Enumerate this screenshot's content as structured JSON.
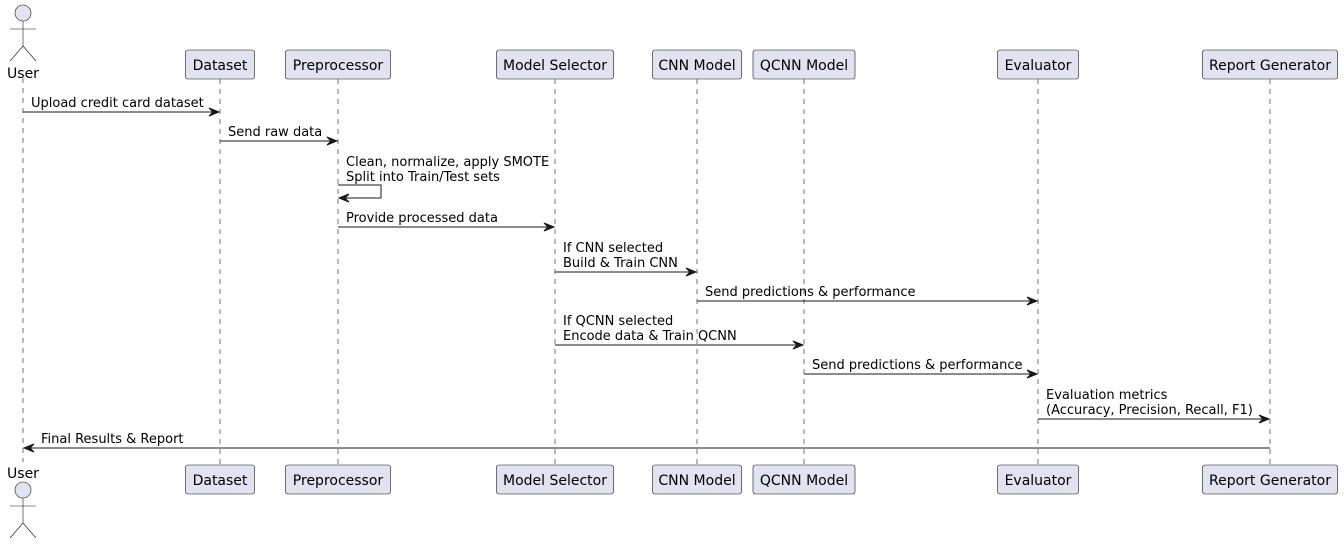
{
  "actor": {
    "name": "User"
  },
  "participants": [
    {
      "id": "dataset",
      "label": "Dataset"
    },
    {
      "id": "preprocessor",
      "label": "Preprocessor"
    },
    {
      "id": "model-selector",
      "label": "Model Selector"
    },
    {
      "id": "cnn-model",
      "label": "CNN Model"
    },
    {
      "id": "qcnn-model",
      "label": "QCNN Model"
    },
    {
      "id": "evaluator",
      "label": "Evaluator"
    },
    {
      "id": "report-generator",
      "label": "Report Generator"
    }
  ],
  "messages": [
    {
      "from": "user",
      "to": "dataset",
      "lines": [
        "Upload credit card dataset"
      ]
    },
    {
      "from": "dataset",
      "to": "preprocessor",
      "lines": [
        "Send raw data"
      ]
    },
    {
      "from": "preprocessor",
      "to": "preprocessor",
      "lines": [
        "Clean, normalize, apply SMOTE",
        "Split into Train/Test sets"
      ]
    },
    {
      "from": "preprocessor",
      "to": "model-selector",
      "lines": [
        "Provide processed data"
      ]
    },
    {
      "from": "model-selector",
      "to": "cnn-model",
      "lines": [
        "If CNN selected",
        "Build & Train CNN"
      ]
    },
    {
      "from": "cnn-model",
      "to": "evaluator",
      "lines": [
        "Send predictions & performance"
      ]
    },
    {
      "from": "model-selector",
      "to": "qcnn-model",
      "lines": [
        "If QCNN selected",
        "Encode data & Train QCNN"
      ]
    },
    {
      "from": "qcnn-model",
      "to": "evaluator",
      "lines": [
        "Send predictions & performance"
      ]
    },
    {
      "from": "evaluator",
      "to": "report-generator",
      "lines": [
        "Evaluation metrics",
        "(Accuracy, Precision, Recall, F1)"
      ]
    },
    {
      "from": "report-generator",
      "to": "user",
      "lines": [
        "Final Results & Report"
      ]
    }
  ]
}
